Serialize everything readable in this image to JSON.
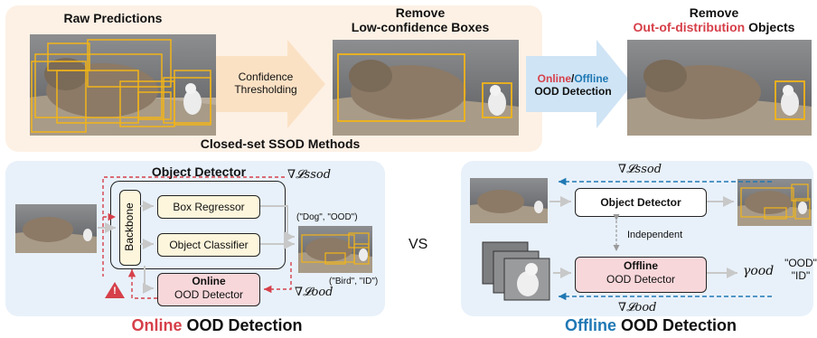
{
  "top": {
    "raw_label": "Raw Predictions",
    "remove_low_l1": "Remove",
    "remove_low_l2": "Low-confidence Boxes",
    "threshold_l1": "Confidence",
    "threshold_l2": "Thresholding",
    "online": "Online",
    "slash": "/",
    "offline": "Offline",
    "ood_detection": "OOD Detection",
    "remove_ood_l1": "Remove",
    "remove_ood_red": "Out-of-distribution",
    "remove_ood_tail": " Objects",
    "closed_set": "Closed-set SSOD Methods"
  },
  "online_panel": {
    "title": "Object Detector",
    "loss_ssod": "∇𝓛ssod",
    "backbone": "Backbone",
    "box_regressor": "Box Regressor",
    "object_classifier": "Object Classifier",
    "online_l1": "Online",
    "online_l2": "OOD Detector",
    "dog_ood": "(\"Dog\", \"OOD\")",
    "bird_id": "(\"Bird\", \"ID\")",
    "loss_ood": "∇𝓛ood",
    "warning": "!",
    "caption_red": "Online",
    "caption_tail": " OOD Detection"
  },
  "vs": "VS",
  "offline_panel": {
    "loss_ssod": "∇𝓛ssod",
    "object_detector": "Object Detector",
    "independent": "Independent",
    "offline_l1": "Offline",
    "offline_l2": "OOD Detector",
    "gamma": "γood",
    "ood": "\"OOD\"",
    "id": "\"ID\"",
    "loss_ood": "∇𝓛ood",
    "caption_blue": "Offline",
    "caption_tail": " OOD Detection"
  },
  "colors": {
    "red": "#d6404a",
    "blue": "#1f78b4",
    "panel_peach": "#fdf1e5",
    "panel_blue": "#e8f1fa",
    "box_yellow": "#f2b418",
    "box_pink": "#f8d7da",
    "box_cream": "#fdf6dc"
  }
}
